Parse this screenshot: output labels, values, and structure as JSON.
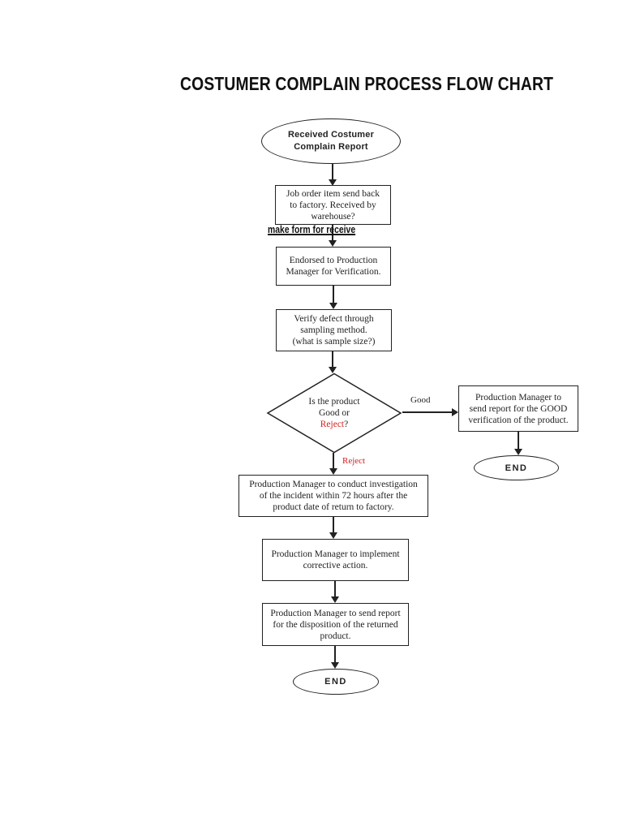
{
  "title": "COSTUMER COMPLAIN PROCESS FLOW CHART",
  "nodes": {
    "start": {
      "shape": "ellipse",
      "lines": [
        "Received Costumer",
        "Complain Report"
      ]
    },
    "job_order": {
      "shape": "rect",
      "lines": [
        "Job order item send back",
        "to factory. Received by",
        "warehouse?"
      ]
    },
    "make_form_note": {
      "text": "make form for receive"
    },
    "endorsed": {
      "shape": "rect",
      "lines": [
        "Endorsed to Production",
        "Manager for Verification."
      ]
    },
    "verify": {
      "shape": "rect",
      "lines": [
        "Verify defect through",
        "sampling method.",
        "(what is sample size?)"
      ]
    },
    "decision": {
      "shape": "diamond",
      "lines": [
        "Is the product",
        "Good or"
      ],
      "highlight": "Reject",
      "suffix": "?"
    },
    "good_report": {
      "shape": "rect",
      "lines": [
        "Production Manager to",
        "send report for the GOOD",
        "verification of the product."
      ]
    },
    "end_good": {
      "shape": "ellipse",
      "text": "END"
    },
    "investigation": {
      "shape": "rect",
      "lines": [
        "Production Manager to conduct investigation",
        "of the incident within 72 hours after the",
        "product date of return to factory."
      ]
    },
    "corrective": {
      "shape": "rect",
      "lines": [
        "Production Manager to implement",
        "corrective action."
      ]
    },
    "disposition": {
      "shape": "rect",
      "lines": [
        "Production Manager to send report",
        "for the disposition of the returned",
        "product."
      ]
    },
    "end_final": {
      "shape": "ellipse",
      "text": "END"
    }
  },
  "edge_labels": {
    "good": "Good",
    "reject": "Reject"
  },
  "colors": {
    "background": "#ffffff",
    "line": "#222222",
    "text": "#1f1f1f",
    "reject_red": "#d42020"
  }
}
